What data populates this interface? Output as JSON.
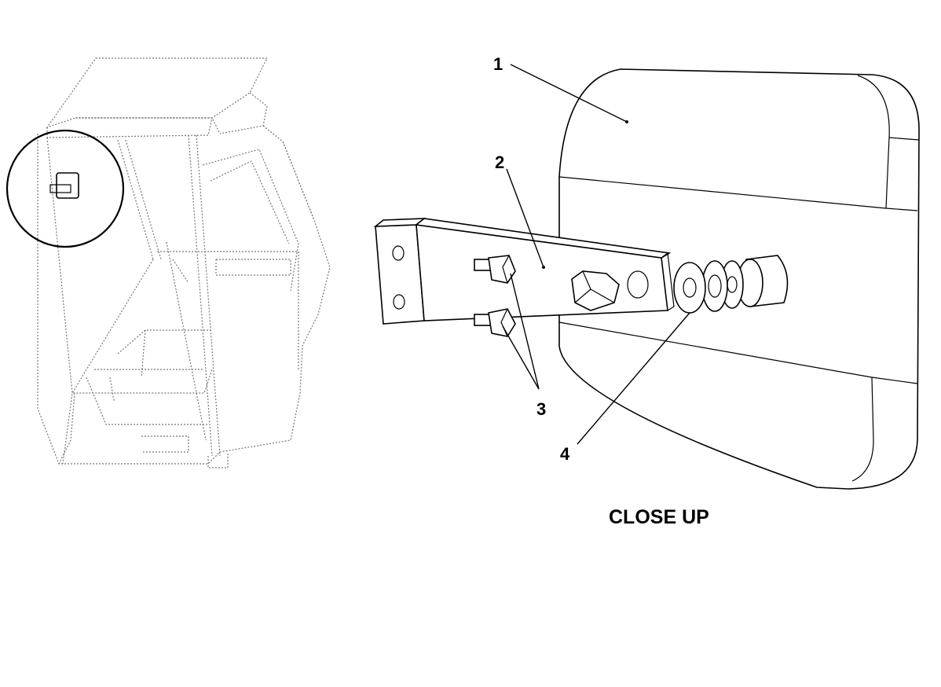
{
  "callouts": {
    "c1": "1",
    "c2": "2",
    "c3": "3",
    "c4": "4"
  },
  "caption": "CLOSE UP"
}
